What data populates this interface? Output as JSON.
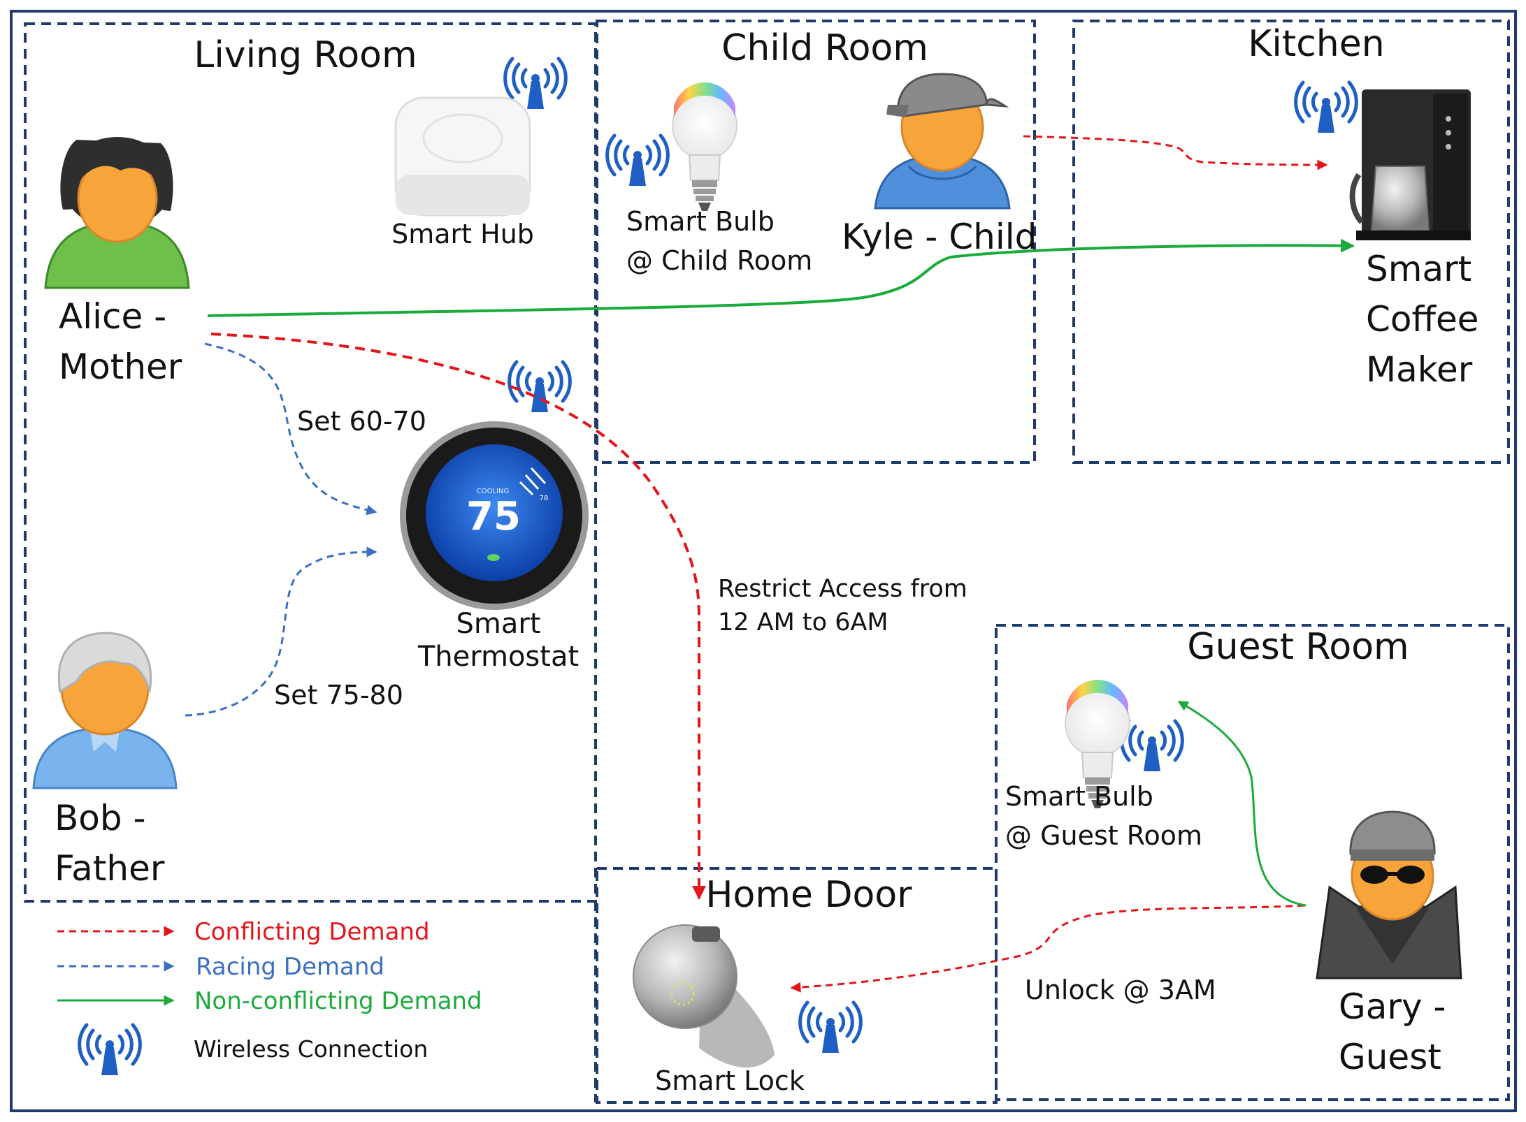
{
  "rooms": {
    "living_room": "Living Room",
    "child_room": "Child Room",
    "kitchen": "Kitchen",
    "guest_room": "Guest Room",
    "home_door": "Home Door"
  },
  "people": {
    "alice": [
      "Alice -",
      "Mother"
    ],
    "bob": [
      "Bob -",
      "Father"
    ],
    "kyle": "Kyle - Child",
    "gary": [
      "Gary -",
      "Guest"
    ]
  },
  "devices": {
    "smart_hub": "Smart Hub",
    "child_bulb": [
      "Smart Bulb",
      "@ Child Room"
    ],
    "coffee_maker": [
      "Smart",
      "Coffee",
      "Maker"
    ],
    "thermostat": [
      "Smart",
      "Thermostat"
    ],
    "thermostat_display": {
      "mode": "COOLING",
      "temp": "75",
      "setpoint": "78"
    },
    "guest_bulb": [
      "Smart Bulb",
      "@ Guest Room"
    ],
    "smart_lock": "Smart Lock"
  },
  "annotations": {
    "set_60_70": "Set 60-70",
    "set_75_80": "Set 75-80",
    "restrict_access": [
      "Restrict Access from",
      "12 AM to 6AM"
    ],
    "unlock_3am": "Unlock @ 3AM"
  },
  "legend": {
    "conflicting": "Conflicting Demand",
    "racing": "Racing Demand",
    "non_conflicting": "Non-conflicting Demand",
    "wireless": "Wireless Connection"
  },
  "colors": {
    "conflicting": "#e3151a",
    "racing": "#3b6fc2",
    "non_conflicting": "#1aab3c",
    "room_border": "#1f3a6b",
    "wireless": "#1f5fc4"
  }
}
